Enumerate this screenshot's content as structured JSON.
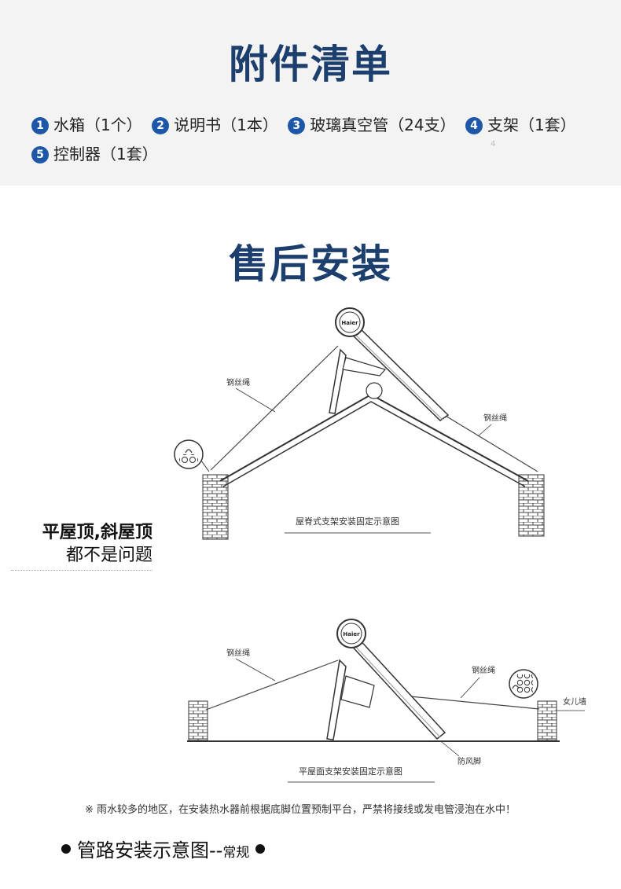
{
  "accessories": {
    "title": "附件清单",
    "items": [
      {
        "num": "1",
        "label": "水箱（1个）"
      },
      {
        "num": "2",
        "label": "说明书（1本）"
      },
      {
        "num": "3",
        "label": "玻璃真空管（24支）"
      },
      {
        "num": "4",
        "label": "支架（1套）"
      },
      {
        "num": "5",
        "label": "控制器（1套）"
      }
    ],
    "faint_mark": "4"
  },
  "install": {
    "title": "售后安装",
    "slogan_line1": "平屋顶,斜屋顶",
    "slogan_line2": "都不是问题",
    "diagram1": {
      "brand": "Haier",
      "wire_left": "钢丝绳",
      "wire_right": "钢丝绳",
      "caption": "屋脊式支架安装固定示意图"
    },
    "diagram2": {
      "brand": "Haier",
      "wire_left": "钢丝绳",
      "wire_right": "钢丝绳",
      "parapet": "女儿墙",
      "windproof_foot": "防风脚",
      "caption": "平屋面支架安装固定示意图"
    },
    "note": "※ 雨水较多的地区，在安装热水器前根据底脚位置预制平台，严禁将接线或发电管浸泡在水中！"
  },
  "pipeline": {
    "title": "管路安装示意图--",
    "subtitle": "常规"
  }
}
